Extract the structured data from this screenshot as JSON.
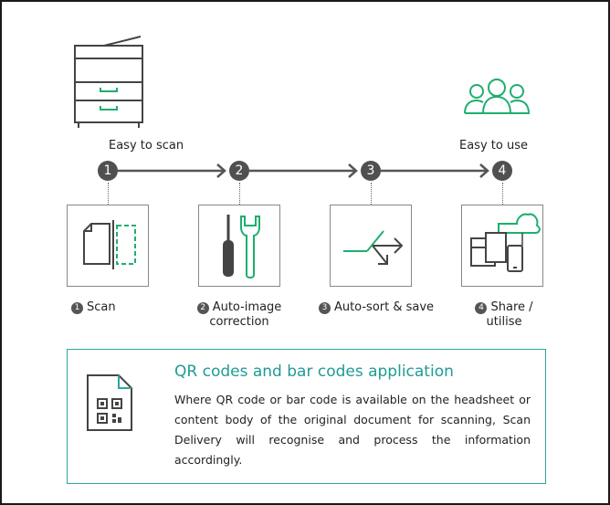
{
  "top_labels": {
    "left": "Easy to scan",
    "right": "Easy to use"
  },
  "steps": [
    {
      "number": "1",
      "label": "Scan",
      "label_line2": ""
    },
    {
      "number": "2",
      "label": "Auto-image",
      "label_line2": "correction"
    },
    {
      "number": "3",
      "label": "Auto-sort & save",
      "label_line2": ""
    },
    {
      "number": "4",
      "label": "Share /",
      "label_line2": "utilise"
    }
  ],
  "info": {
    "title": "QR codes and bar codes application",
    "body": "Where QR code or bar code is available on the headsheet or content body of the original document for scanning, Scan Delivery will recognise and process the information accordingly."
  },
  "colors": {
    "accent": "#2aa6a0",
    "icon_green": "#1fae6e",
    "dark": "#505050"
  }
}
